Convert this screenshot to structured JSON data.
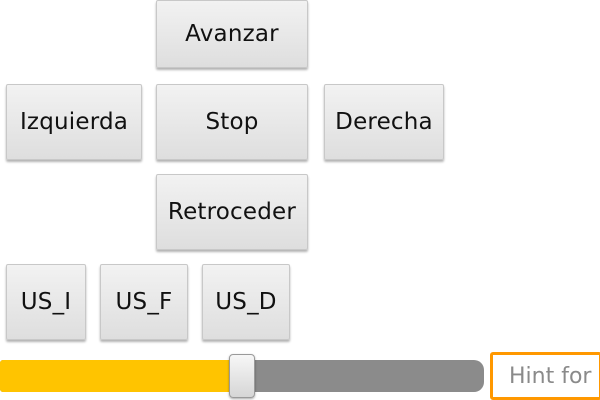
{
  "controls": {
    "forward_label": "Avanzar",
    "left_label": "Izquierda",
    "stop_label": "Stop",
    "right_label": "Derecha",
    "back_label": "Retroceder"
  },
  "sensors": {
    "us_left_label": "US_I",
    "us_front_label": "US_F",
    "us_right_label": "US_D"
  },
  "slider": {
    "value_fraction": 0.5
  },
  "text_field": {
    "value": "",
    "placeholder": "Hint for"
  },
  "colors": {
    "slider_fill": "#ffc400",
    "slider_track": "#8b8b8b",
    "field_border": "#ff9800"
  }
}
